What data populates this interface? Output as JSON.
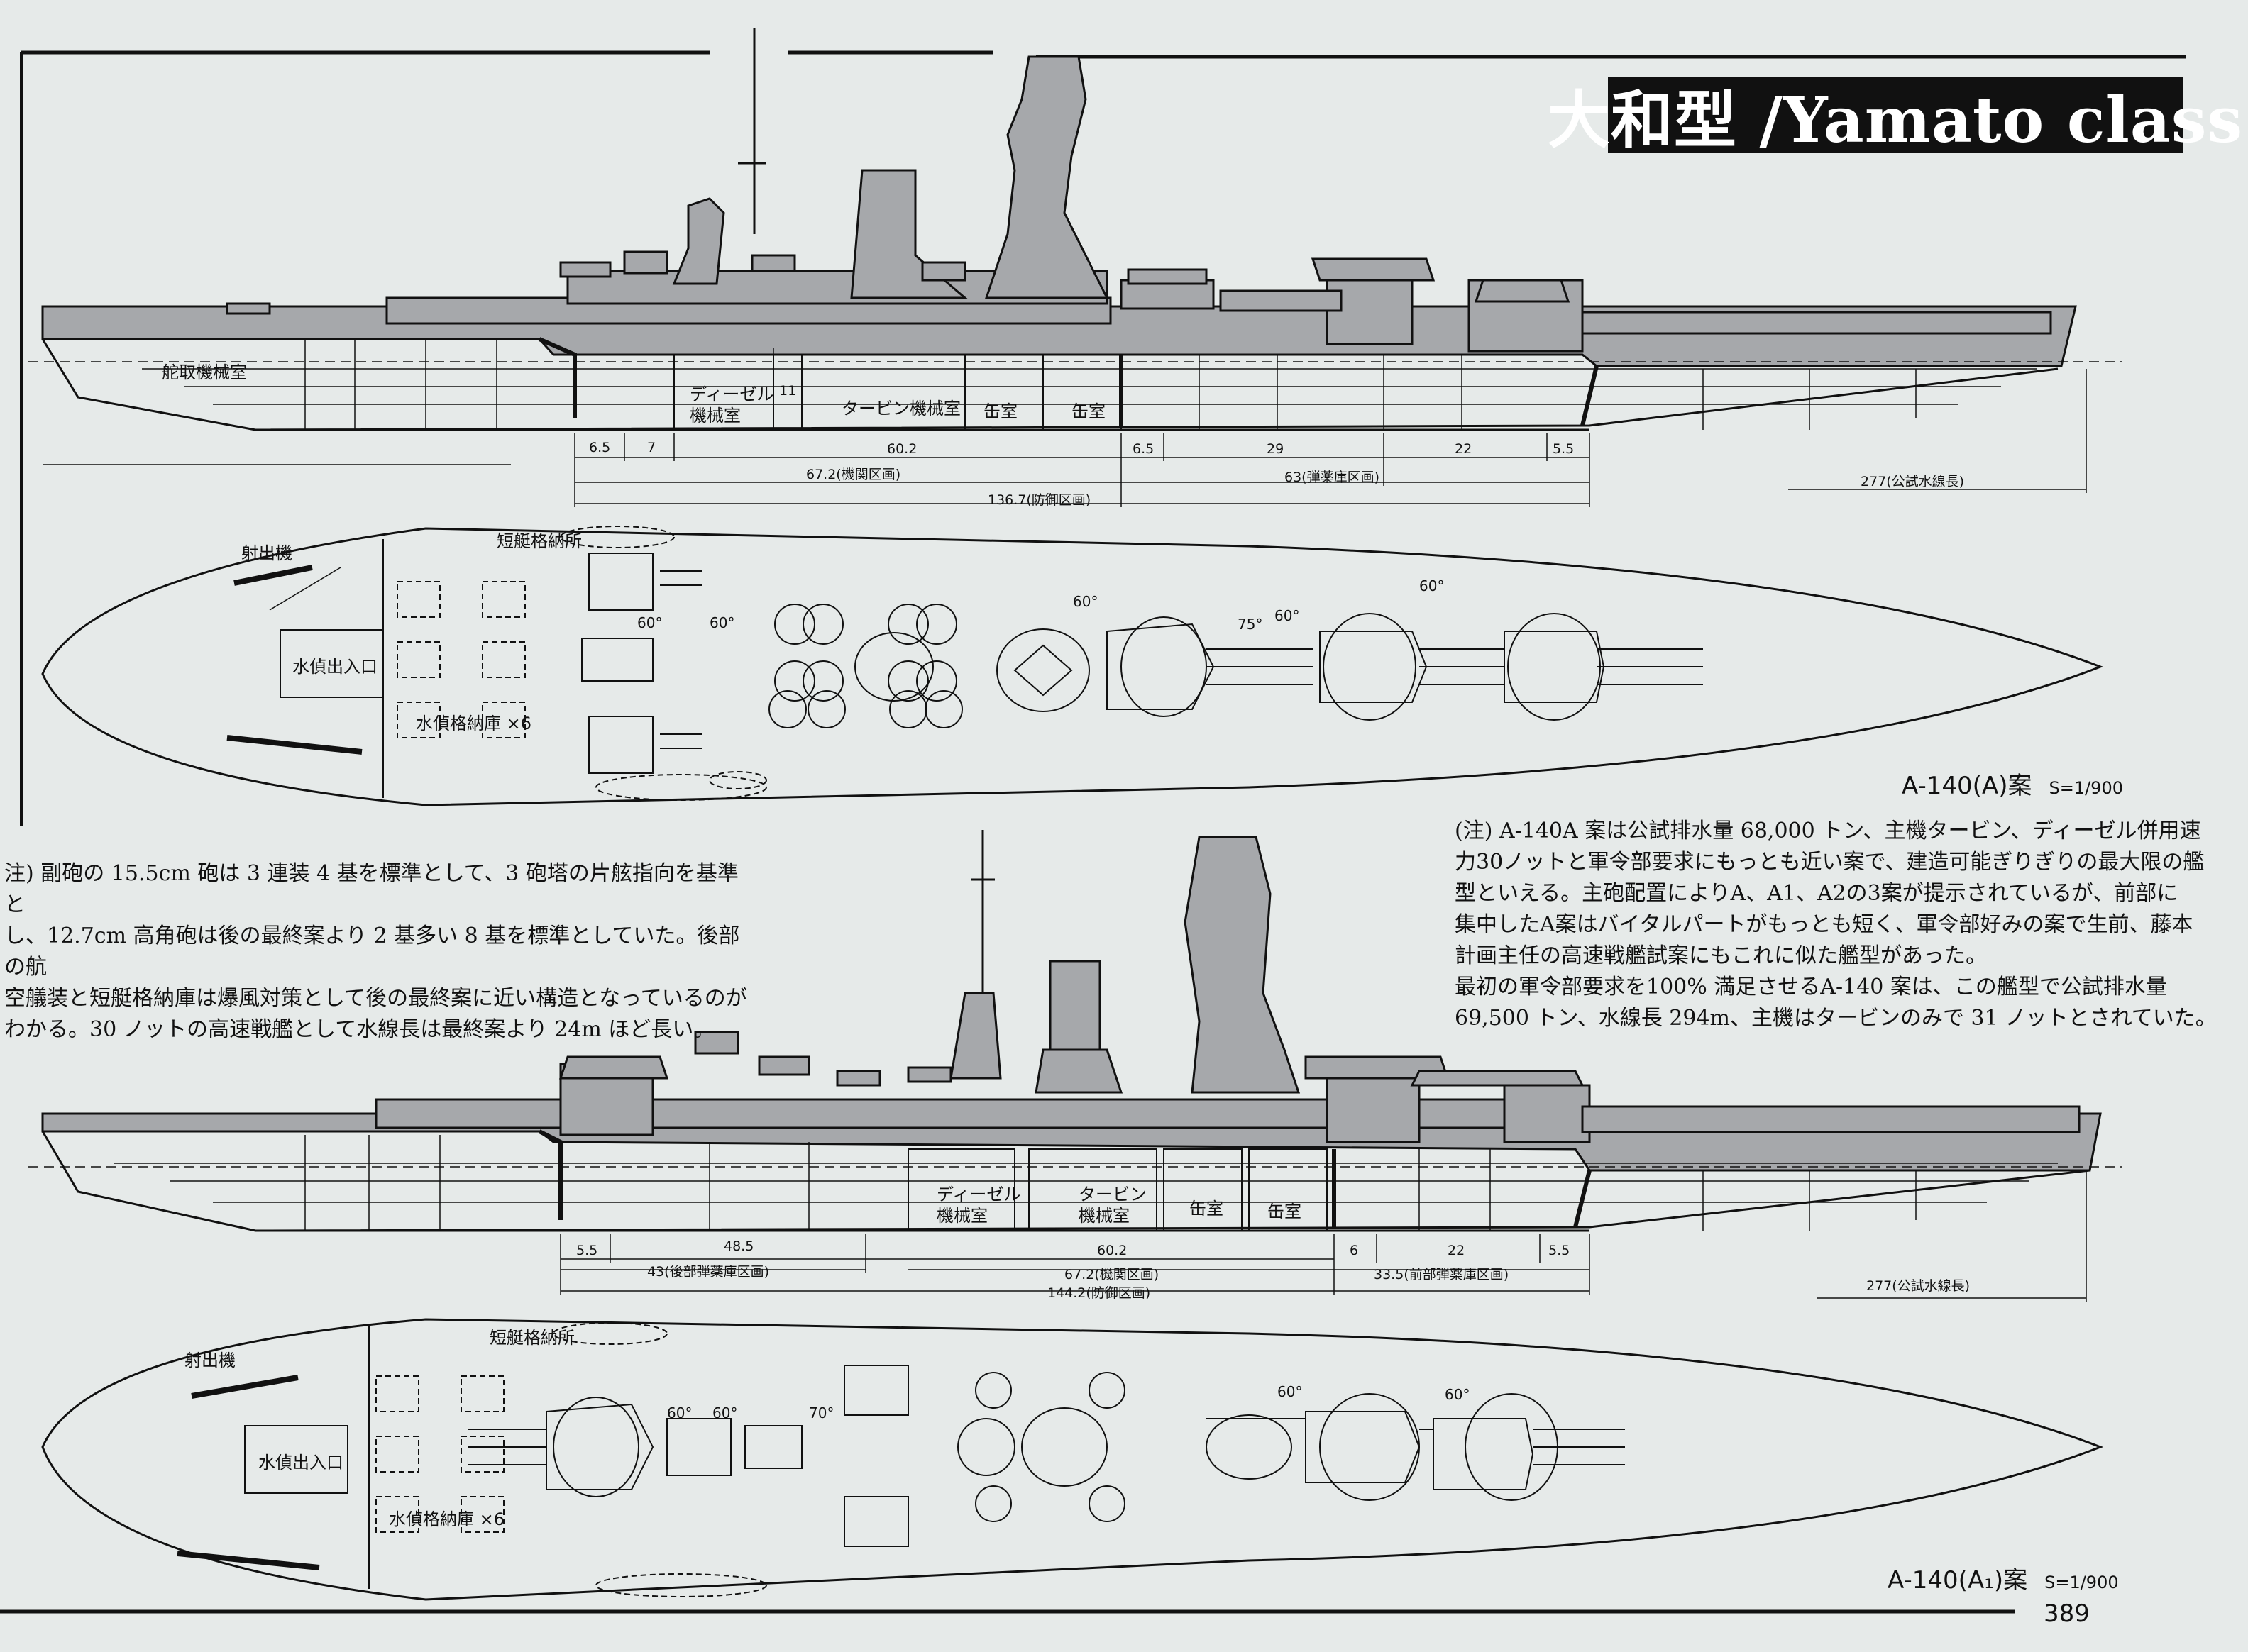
{
  "title": "大和型 /Yamato class",
  "page_number": "389",
  "colors": {
    "paper": "#e6eae9",
    "hull_gray": "#a6a8ab",
    "line": "#111111"
  },
  "plan1": {
    "caption": "A-140(A)案",
    "scale": "S=1/900",
    "compartments": {
      "steering": "舵取機械室",
      "diesel_line1": "ディーゼル",
      "diesel_line2": "機械室",
      "turbine": "タービン機械室",
      "boiler_a": "缶室",
      "boiler_b": "缶室",
      "height_mark": "11"
    },
    "dimensions": {
      "d1": "6.5",
      "d2": "7",
      "d3": "60.2",
      "d4": "6.5",
      "d5": "29",
      "d6": "22",
      "d7": "5.5",
      "machinery": "67.2(機関区画)",
      "magazine": "63(弾薬庫区画)",
      "protected": "136.7(防御区画)",
      "waterline": "277(公試水線長)"
    },
    "plan_labels": {
      "catapult": "射出機",
      "boat_storage": "短艇格納所",
      "seaplane_hatch": "水偵出入口",
      "seaplane_hangar": "水偵格納庫 ×6"
    },
    "angles": [
      "60°",
      "60°",
      "60°",
      "75°",
      "60°",
      "60°"
    ]
  },
  "plan2": {
    "caption": "A-140(A₁)案",
    "scale": "S=1/900",
    "compartments": {
      "diesel_line1": "ディーゼル",
      "diesel_line2": "機械室",
      "turbine_line1": "タービン",
      "turbine_line2": "機械室",
      "boiler_a": "缶室",
      "boiler_b": "缶室"
    },
    "dimensions": {
      "d1": "5.5",
      "d2": "48.5",
      "d3": "60.2",
      "d4": "6",
      "d5": "22",
      "d6": "5.5",
      "aft_magazine": "43(後部弾薬庫区画)",
      "machinery": "67.2(機関区画)",
      "fwd_magazine": "33.5(前部弾薬庫区画)",
      "protected": "144.2(防御区画)",
      "waterline": "277(公試水線長)"
    },
    "plan_labels": {
      "catapult": "射出機",
      "boat_storage": "短艇格納所",
      "seaplane_hatch": "水偵出入口",
      "seaplane_hangar": "水偵格納庫 ×6"
    },
    "angles": [
      "60°",
      "60°",
      "70°",
      "60°",
      "60°"
    ]
  },
  "note_left": [
    "注) 副砲の 15.5cm 砲は 3 連装 4 基を標準として、3 砲塔の片舷指向を基準と",
    "し、12.7cm 高角砲は後の最終案より 2 基多い 8 基を標準としていた。後部の航",
    "空艤装と短艇格納庫は爆風対策として後の最終案に近い構造となっているのが",
    "わかる。30 ノットの高速戦艦として水線長は最終案より 24m ほど長い。"
  ],
  "note_right": [
    "(注) A-140A 案は公試排水量 68,000 トン、主機タービン、ディーゼル併用速",
    "力30ノットと軍令部要求にもっとも近い案で、建造可能ぎりぎりの最大限の艦",
    "型といえる。主砲配置によりA、A1、A2の3案が提示されているが、前部に",
    "集中したA案はバイタルパートがもっとも短く、軍令部好みの案で生前、藤本",
    "計画主任の高速戦艦試案にもこれに似た艦型があった。",
    "最初の軍令部要求を100% 満足させるA-140 案は、この艦型で公試排水量",
    "69,500 トン、水線長 294m、主機はタービンのみで 31 ノットとされていた。"
  ]
}
